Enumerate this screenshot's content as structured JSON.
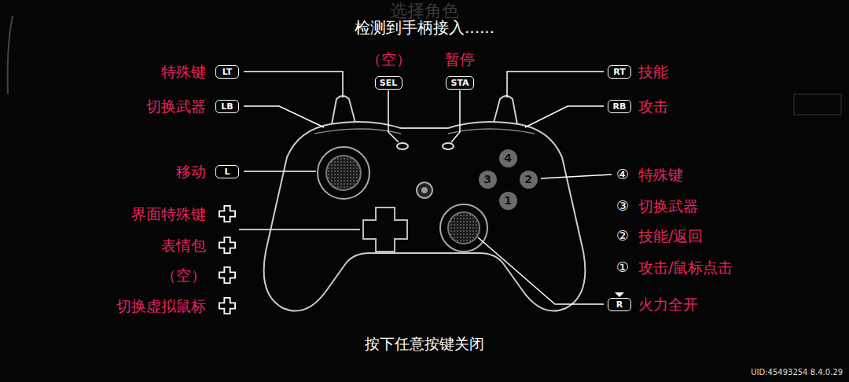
{
  "diagram": {
    "title": "检测到手柄接入......",
    "nodes": [
      {
        "text": [
          "LT"
        ]
      },
      {
        "text": [
          "LB"
        ]
      },
      {
        "text": [
          "SEL"
        ]
      },
      {
        "text": [
          "STA"
        ]
      },
      {
        "text": [
          "RT"
        ]
      },
      {
        "text": [
          "RB"
        ]
      },
      {
        "text": [
          "L"
        ]
      },
      {
        "text": [
          "4"
        ]
      },
      {
        "text": [
          "3"
        ]
      },
      {
        "text": [
          "2"
        ]
      },
      {
        "text": [
          "1"
        ]
      },
      {
        "text": [
          "R"
        ]
      }
    ],
    "labels": [
      "选择角色",
      "特殊键",
      "切换武器",
      "（空）",
      "暂停",
      "技能",
      "攻击",
      "移动",
      "④",
      "特殊键",
      "③",
      "切换武器",
      "②",
      "技能/返回",
      "①",
      "攻击/鼠标点击",
      "界面特殊键",
      "表情包",
      "（空）",
      "切换虚拟鼠标",
      "火力全开",
      "按下任意按键关闭",
      "UID:45493254 8.4.0.29"
    ]
  }
}
